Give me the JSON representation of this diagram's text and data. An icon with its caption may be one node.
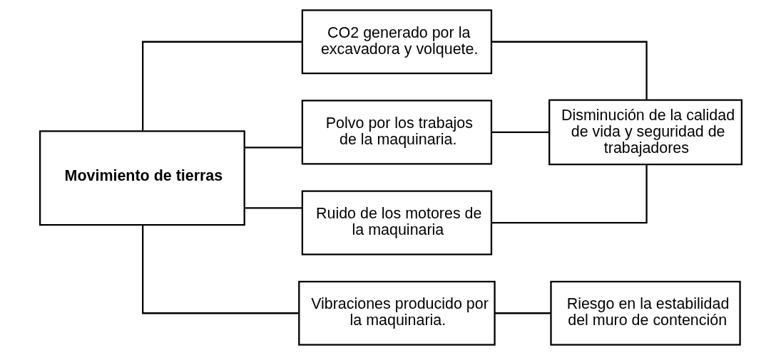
{
  "diagram": {
    "nodes": [
      {
        "text": [
          "Movimiento de tierras"
        ]
      },
      {
        "text": [
          "CO2 generado por la excavadora y volquete."
        ]
      },
      {
        "text": [
          "Polvo por los trabajos de la maquinaria."
        ]
      },
      {
        "text": [
          "Ruido de los motores de la maquinaria"
        ]
      },
      {
        "text": [
          "Vibraciones producido por la maquinaria."
        ]
      },
      {
        "text": [
          "Disminución de la calidad de vida y seguridad de trabajadores"
        ]
      },
      {
        "text": [
          "Riesgo en la estabilidad del muro de contención"
        ]
      }
    ],
    "edges": [
      {
        "from": 0,
        "to": 1,
        "arrow": "none"
      },
      {
        "from": 0,
        "to": 2,
        "arrow": "none"
      },
      {
        "from": 0,
        "to": 3,
        "arrow": "none"
      },
      {
        "from": 0,
        "to": 4,
        "arrow": "none"
      },
      {
        "from": 1,
        "to": 5,
        "arrow": "none"
      },
      {
        "from": 2,
        "to": 5,
        "arrow": "none"
      },
      {
        "from": 3,
        "to": 5,
        "arrow": "none"
      },
      {
        "from": 4,
        "to": 6,
        "arrow": "none"
      }
    ]
  }
}
